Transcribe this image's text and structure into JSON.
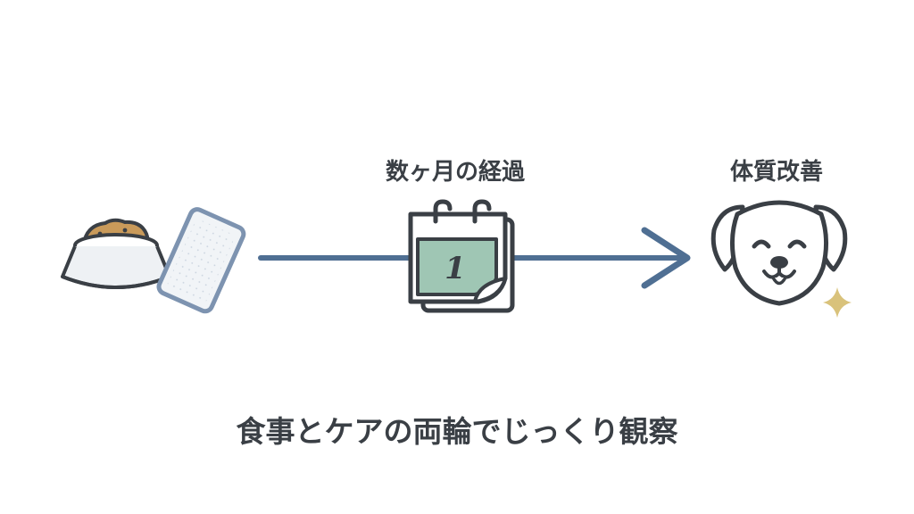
{
  "diagram": {
    "stage_middle_label": "数ヶ月の経過",
    "stage_result_label": "体質改善",
    "caption": "食事とケアの両輪でじっくり観察",
    "calendar_number": "1"
  },
  "colors": {
    "outline": "#3a3f45",
    "arrow": "#4f6f93",
    "pad_border": "#7d93b0",
    "pad_fill": "#f1f4f7",
    "food": "#c99a5a",
    "calendar_page": "#9fc6b4",
    "sparkle": "#d9c27b"
  }
}
